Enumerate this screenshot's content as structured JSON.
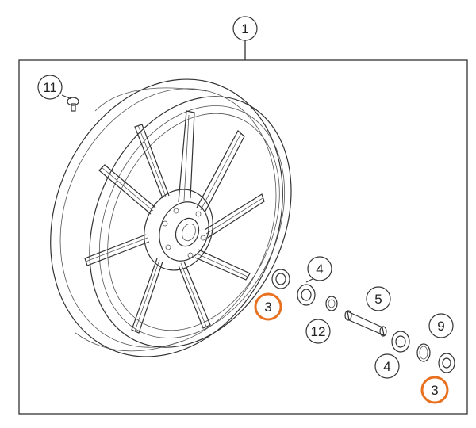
{
  "colors": {
    "line": "#333333",
    "callout_stroke": "#333333",
    "highlight": "#e8711f",
    "background": "#ffffff"
  },
  "callouts": [
    {
      "id": "c1",
      "label": "1",
      "highlight": false
    },
    {
      "id": "c11",
      "label": "11",
      "highlight": false
    },
    {
      "id": "c4a",
      "label": "4",
      "highlight": false
    },
    {
      "id": "c3a",
      "label": "3",
      "highlight": true
    },
    {
      "id": "c5",
      "label": "5",
      "highlight": false
    },
    {
      "id": "c12",
      "label": "12",
      "highlight": false
    },
    {
      "id": "c9",
      "label": "9",
      "highlight": false
    },
    {
      "id": "c4b",
      "label": "4",
      "highlight": false
    },
    {
      "id": "c3b",
      "label": "3",
      "highlight": true
    }
  ]
}
